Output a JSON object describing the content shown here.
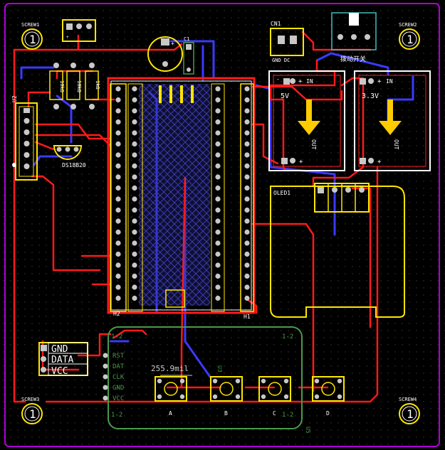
{
  "colors": {
    "background": "#000000",
    "board_outline": "#b000d8",
    "grid_dot": "#3a3a3a",
    "top_copper": "#ff1a1a",
    "bottom_copper": "#3a3aff",
    "silkscreen": "#ffffff",
    "component_outline": "#ffe600",
    "pad": "#c8c8c8",
    "bottom_silk": "#4a9a4a"
  },
  "mounting_holes": [
    {
      "label": "SCREW1",
      "glyph": "1"
    },
    {
      "label": "SCREW2",
      "glyph": "1"
    },
    {
      "label": "SCREW3",
      "glyph": "1"
    },
    {
      "label": "SCREW4",
      "glyph": "1"
    }
  ],
  "components": {
    "u2": "U2",
    "resistor_a": "10kΩ",
    "resistor_b": "10kΩ",
    "resistor_c": "1kΩ",
    "sensor": "DS18B20",
    "mcu_left": "H2",
    "mcu_right": "H1",
    "cn1": "CN1",
    "cn1_pins": "GND  DC",
    "switch_label": "拨动开关",
    "reg_5v": "5V",
    "reg_3v3": "3.3V",
    "reg_in": "IN",
    "reg_out": "OUT",
    "plus": "+",
    "minus": "-",
    "oled": "OLED1",
    "header_gnd": "GND",
    "header_data": "DATA",
    "header_vcc": "VCC",
    "keypad_pins": [
      "RST",
      "DAT",
      "CLK",
      "GND",
      "VCC"
    ],
    "keypad_corner": "1-2",
    "keypad_ref": "U3",
    "dimension": "255.9mil",
    "buttons": [
      "A",
      "B",
      "C",
      "D"
    ],
    "u5": "U5",
    "cap_ref": "C1"
  }
}
